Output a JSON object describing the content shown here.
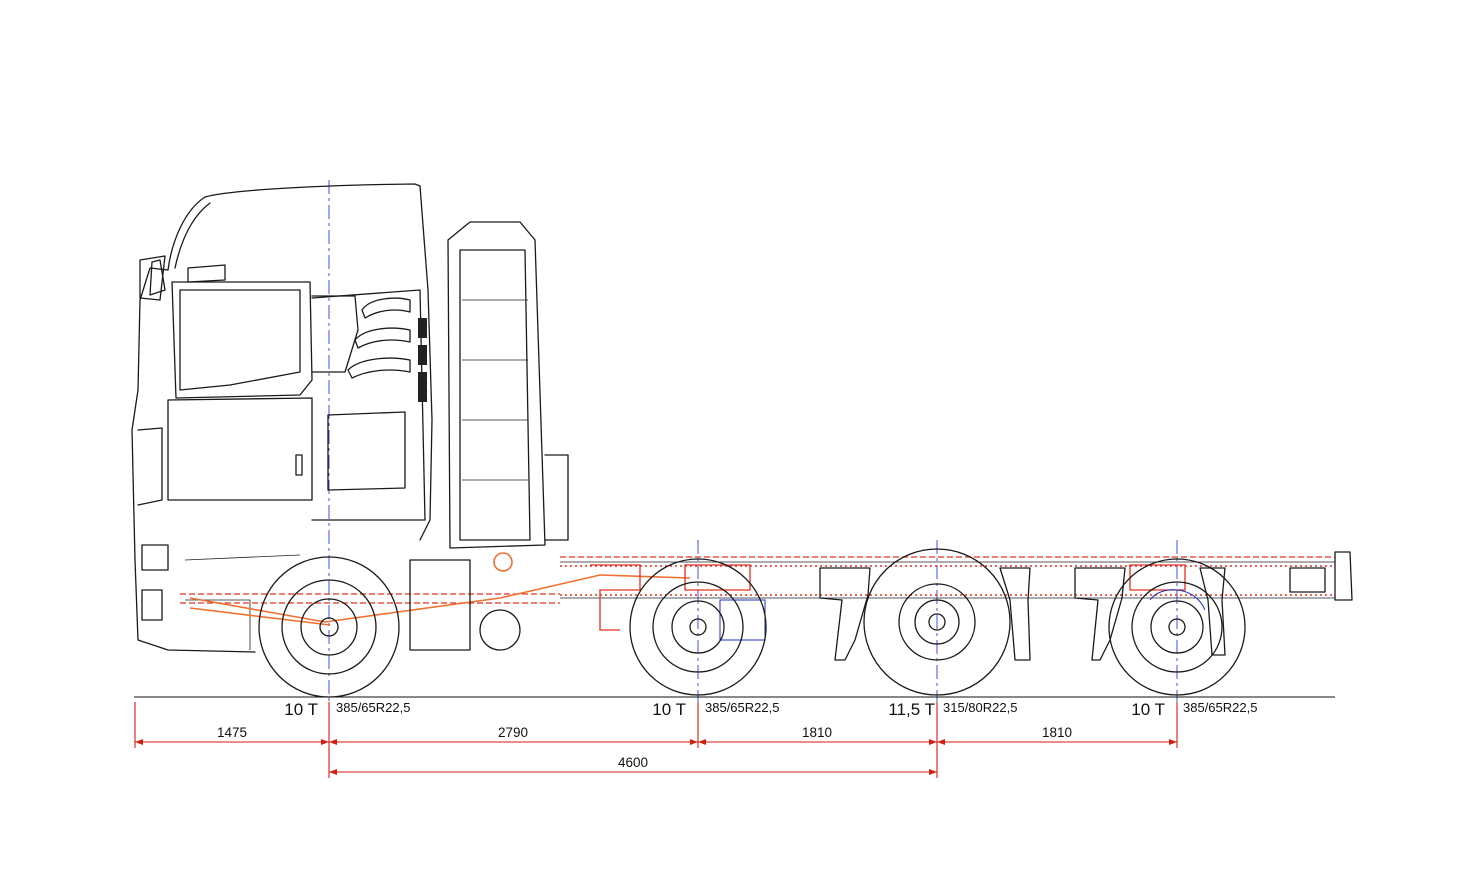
{
  "axles": [
    {
      "load": "10 T",
      "tire": "385/65R22,5"
    },
    {
      "load": "10 T",
      "tire": "385/65R22,5"
    },
    {
      "load": "11,5 T",
      "tire": "315/80R22,5"
    },
    {
      "load": "10 T",
      "tire": "385/65R22,5"
    }
  ],
  "dimensions": {
    "front_overhang": "1475",
    "axle_1_to_2": "2790",
    "axle_2_to_3": "1810",
    "axle_3_to_4": "1810",
    "axle_1_to_3": "4600"
  },
  "colors": {
    "outline": "#1a1a1a",
    "chassis_red": "#e03020",
    "suspension_orange": "#f07030",
    "centerline_blue": "#3040d0"
  }
}
